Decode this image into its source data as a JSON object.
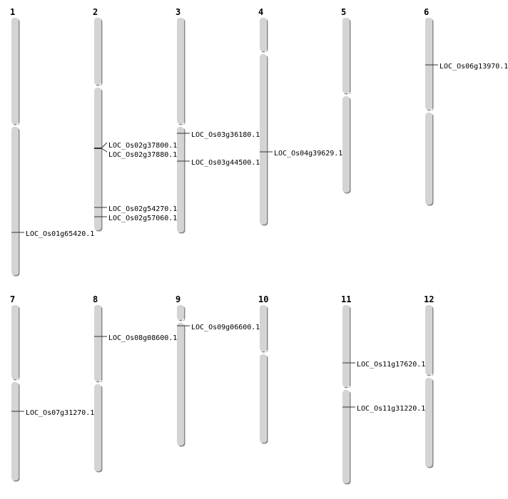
{
  "chromosomes": [
    {
      "name": "1",
      "genes": [
        "LOC_Os01g65420.1"
      ]
    },
    {
      "name": "2",
      "genes": [
        "LOC_Os02g37800.1",
        "LOC_Os02g37880.1",
        "LOC_Os02g54270.1",
        "LOC_Os02g57060.1"
      ]
    },
    {
      "name": "3",
      "genes": [
        "LOC_Os03g36180.1",
        "LOC_Os03g44500.1"
      ]
    },
    {
      "name": "4",
      "genes": [
        "LOC_Os04g39629.1"
      ]
    },
    {
      "name": "5",
      "genes": []
    },
    {
      "name": "6",
      "genes": [
        "LOC_Os06g13970.1"
      ]
    },
    {
      "name": "7",
      "genes": [
        "LOC_Os07g31270.1"
      ]
    },
    {
      "name": "8",
      "genes": [
        "LOC_Os08g08600.1"
      ]
    },
    {
      "name": "9",
      "genes": [
        "LOC_Os09g06600.1"
      ]
    },
    {
      "name": "10",
      "genes": []
    },
    {
      "name": "11",
      "genes": [
        "LOC_Os11g17620.1",
        "LOC_Os11g31220.1"
      ]
    },
    {
      "name": "12",
      "genes": []
    }
  ],
  "colors": {
    "chromosome": "#d4d4d4",
    "shadow": "#8a8a8a",
    "marker": "#333333"
  }
}
